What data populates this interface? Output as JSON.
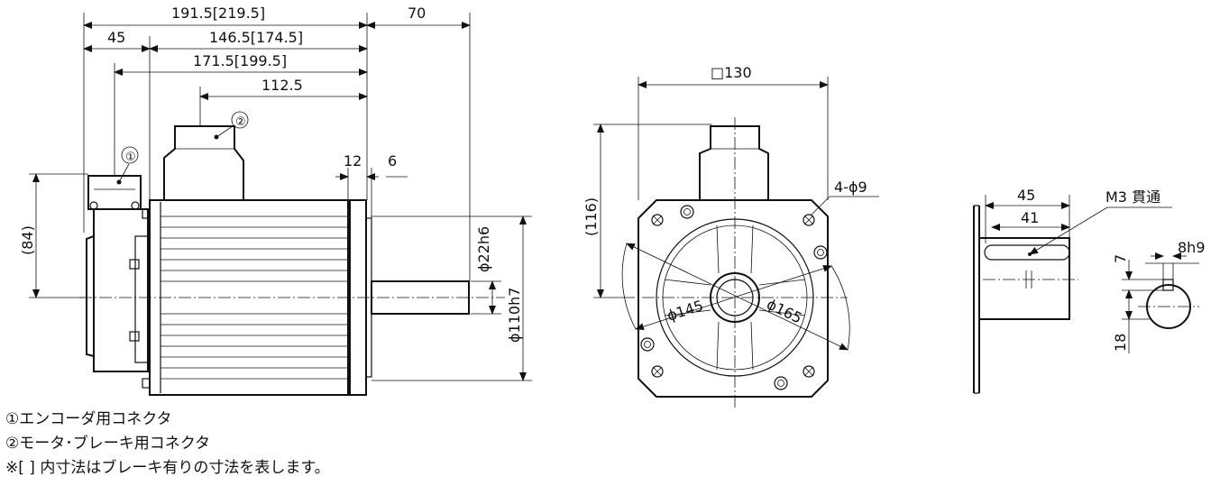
{
  "side_view": {
    "dim_total": "191.5[219.5]",
    "dim_shaft": "70",
    "dim_encoder": "45",
    "dim_body": "146.5[174.5]",
    "dim_body2": "171.5[199.5]",
    "dim_connector": "112.5",
    "dim_flange": "12",
    "dim_spigot": "6",
    "dim_height": "(84)",
    "dim_shaft_dia": "ϕ22h6",
    "dim_pilot_dia": "ϕ110h7",
    "marker_1": "①",
    "marker_2": "②"
  },
  "front_view": {
    "dim_square": "□130",
    "dim_height": "(116)",
    "dim_holes": "4-ϕ9",
    "dim_pcd_inner": "ϕ145",
    "dim_pcd_outer": "ϕ165"
  },
  "shaft_view": {
    "dim_len": "45",
    "dim_key_len": "41",
    "dim_tap": "M3 貫通",
    "dim_key_w": "8h9",
    "dim_key_d": "7",
    "dim_shaft_h": "18"
  },
  "notes": [
    "①エンコーダ用コネクタ",
    "②モータ･ブレーキ用コネクタ",
    "※[ ] 内寸法はブレーキ有りの寸法を表します。"
  ]
}
